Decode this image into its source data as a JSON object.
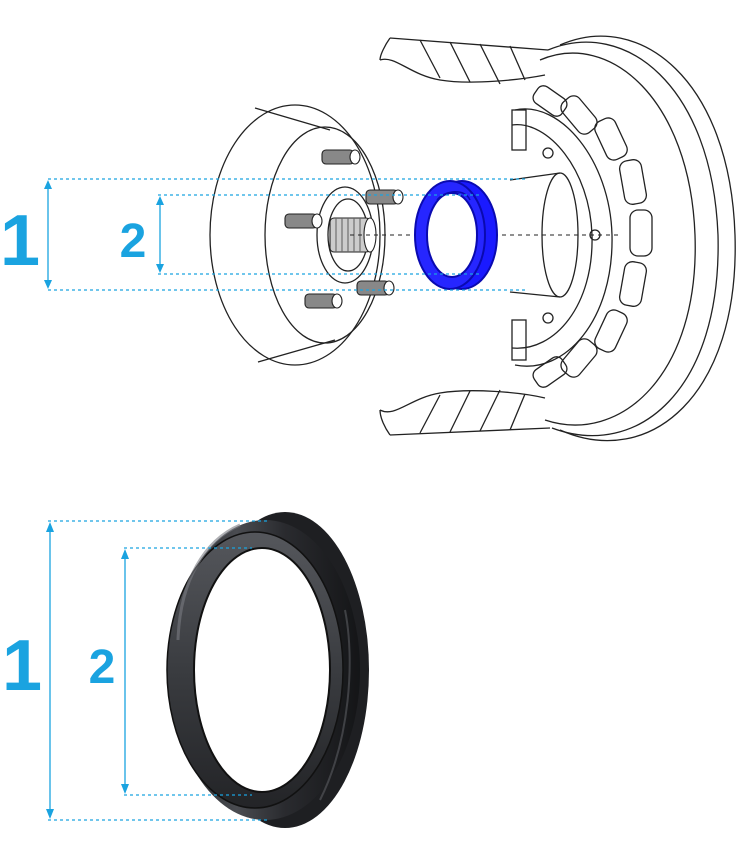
{
  "top_diagram": {
    "label_outer": "1",
    "label_inner": "2"
  },
  "bottom_photo": {
    "label_outer": "1",
    "label_inner": "2"
  },
  "colors": {
    "dimension": "#1aa3e0",
    "ring_highlight": "#1a1aff",
    "line": "#222222",
    "ring_dark": "#2b2d31"
  }
}
